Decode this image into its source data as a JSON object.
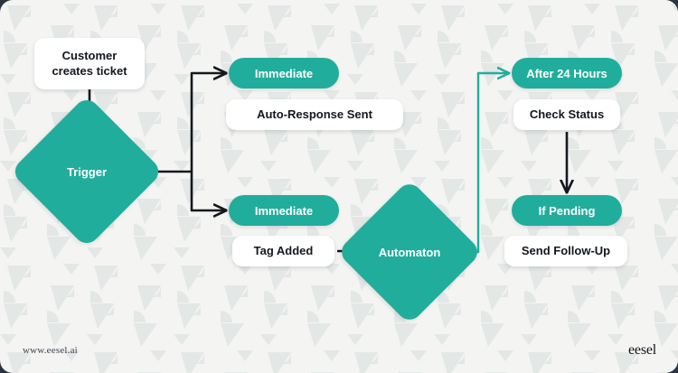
{
  "canvas": {
    "background_color": "#f4f4f2",
    "accent_color": "#21ad9c",
    "line_color": "#14181d",
    "card_color": "#ffffff",
    "text_color": "#14181d"
  },
  "diagram": {
    "type": "flowchart",
    "nodes": [
      {
        "id": "customer",
        "shape": "card",
        "label": "Customer\ncreates ticket"
      },
      {
        "id": "trigger",
        "shape": "diamond",
        "label": "Trigger"
      },
      {
        "id": "immediate_top",
        "shape": "pill",
        "label": "Immediate"
      },
      {
        "id": "auto_response",
        "shape": "card",
        "label": "Auto-Response Sent"
      },
      {
        "id": "immediate_bot",
        "shape": "pill",
        "label": "Immediate"
      },
      {
        "id": "tag_added",
        "shape": "card",
        "label": "Tag Added"
      },
      {
        "id": "automaton",
        "shape": "diamond",
        "label": "Automaton"
      },
      {
        "id": "after_24_hours",
        "shape": "pill",
        "label": "After 24 Hours"
      },
      {
        "id": "check_status",
        "shape": "card",
        "label": "Check Status"
      },
      {
        "id": "if_pending",
        "shape": "pill",
        "label": "If Pending"
      },
      {
        "id": "send_followup",
        "shape": "card",
        "label": "Send Follow-Up"
      }
    ],
    "edges": [
      {
        "from": "customer",
        "to": "trigger",
        "color": "#14181d",
        "style": "straight-down-arrow"
      },
      {
        "from": "trigger",
        "to": "immediate_top",
        "color": "#14181d",
        "style": "elbow-up-right-arrow"
      },
      {
        "from": "trigger",
        "to": "immediate_bot",
        "color": "#14181d",
        "style": "elbow-down-right-arrow"
      },
      {
        "from": "tag_added",
        "to": "automaton",
        "color": "#14181d",
        "style": "straight-right-arrow"
      },
      {
        "from": "automaton",
        "to": "after_24_hours",
        "color": "#21ad9c",
        "style": "elbow-right-up-right-arrow"
      },
      {
        "from": "check_status",
        "to": "if_pending",
        "color": "#14181d",
        "style": "straight-down-arrow"
      }
    ]
  },
  "nodes": {
    "customer": {
      "line1": "Customer",
      "line2": "creates ticket"
    },
    "trigger": {
      "label": "Trigger"
    },
    "immediate_top": {
      "label": "Immediate"
    },
    "auto_response": {
      "label": "Auto-Response Sent"
    },
    "immediate_bot": {
      "label": "Immediate"
    },
    "tag_added": {
      "label": "Tag Added"
    },
    "automaton": {
      "label": "Automaton"
    },
    "after_24_hours": {
      "label": "After 24 Hours"
    },
    "check_status": {
      "label": "Check Status"
    },
    "if_pending": {
      "label": "If Pending"
    },
    "send_followup": {
      "label": "Send Follow-Up"
    }
  },
  "footer": {
    "url": "www.eesel.ai",
    "logo": "eesel"
  }
}
